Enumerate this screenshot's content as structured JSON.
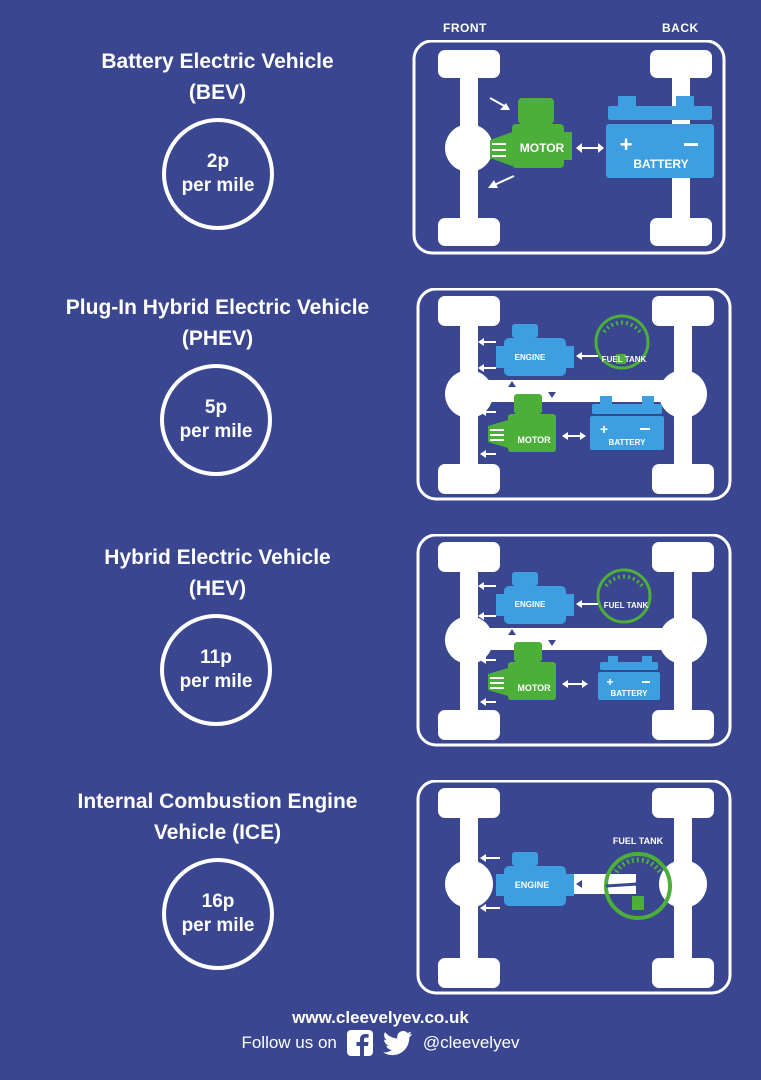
{
  "header": {
    "front_label": "FRONT",
    "back_label": "BACK"
  },
  "sections": [
    {
      "title_line1": "Battery Electric Vehicle",
      "title_line2": "(BEV)",
      "cost_value": "2p",
      "cost_unit": "per mile",
      "labels": {
        "motor": "MOTOR",
        "battery": "BATTERY"
      }
    },
    {
      "title_line1": "Plug-In Hybrid Electric Vehicle",
      "title_line2": "(PHEV)",
      "cost_value": "5p",
      "cost_unit": "per mile",
      "labels": {
        "engine": "ENGINE",
        "fuel_tank": "FUEL TANK",
        "motor": "MOTOR",
        "battery": "BATTERY"
      }
    },
    {
      "title_line1": "Hybrid Electric Vehicle",
      "title_line2": "(HEV)",
      "cost_value": "11p",
      "cost_unit": "per mile",
      "labels": {
        "engine": "ENGINE",
        "fuel_tank": "FUEL TANK",
        "motor": "MOTOR",
        "battery": "BATTERY"
      }
    },
    {
      "title_line1": "Internal Combustion Engine",
      "title_line2": "Vehicle (ICE)",
      "cost_value": "16p",
      "cost_unit": "per mile",
      "labels": {
        "engine": "ENGINE",
        "fuel_tank": "FUEL TANK"
      }
    }
  ],
  "footer": {
    "url": "www.cleevelyev.co.uk",
    "follow_label": "Follow us on",
    "handle": "@cleevelyev",
    "icons": [
      "facebook-icon",
      "twitter-icon"
    ]
  },
  "colors": {
    "background": "#3a4690",
    "motor_green": "#4caf3a",
    "component_blue": "#3d9ee0",
    "white": "#ffffff"
  }
}
